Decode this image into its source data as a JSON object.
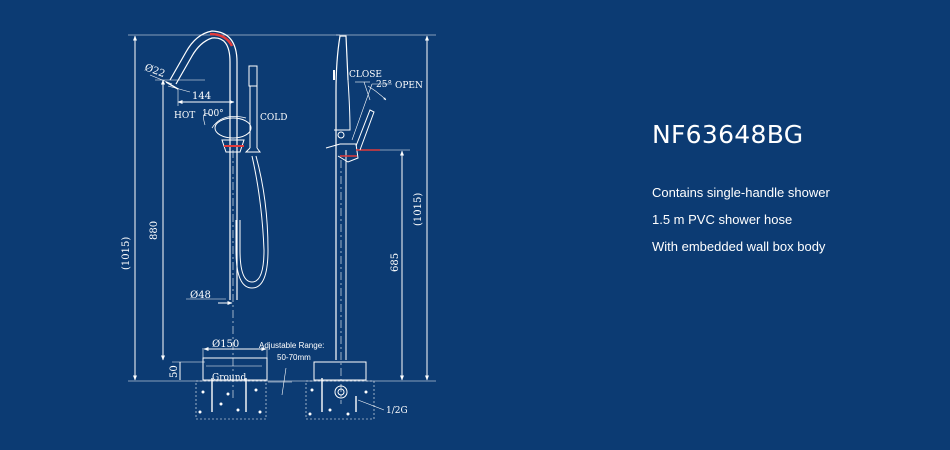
{
  "product": {
    "model": "NF63648BG",
    "features": [
      "Contains single-handle shower",
      "1.5 m PVC shower hose",
      "With embedded wall box body"
    ]
  },
  "drawing": {
    "front": {
      "total_height": "(1015)",
      "height_880": "880",
      "base_50": "50",
      "spout_reach": "144",
      "spout_dia": "Ø22",
      "pipe_dia": "Ø48",
      "base_dia": "Ø150",
      "hot_label": "HOT",
      "cold_label": "COLD",
      "handle_angle": "100°",
      "ground_label": "Ground",
      "adjust_note_line1": "Adjustable Range:",
      "adjust_note_line2": "50-70mm"
    },
    "side": {
      "total_height": "(1015)",
      "height_685": "685",
      "close_label": "CLOSE",
      "open_label": "OPEN",
      "handle_angle": "25°",
      "thread_label": "1/2G"
    }
  },
  "colors": {
    "background": "#0c3b73",
    "line": "#ffffff",
    "accent_red": "#e23a3a"
  }
}
